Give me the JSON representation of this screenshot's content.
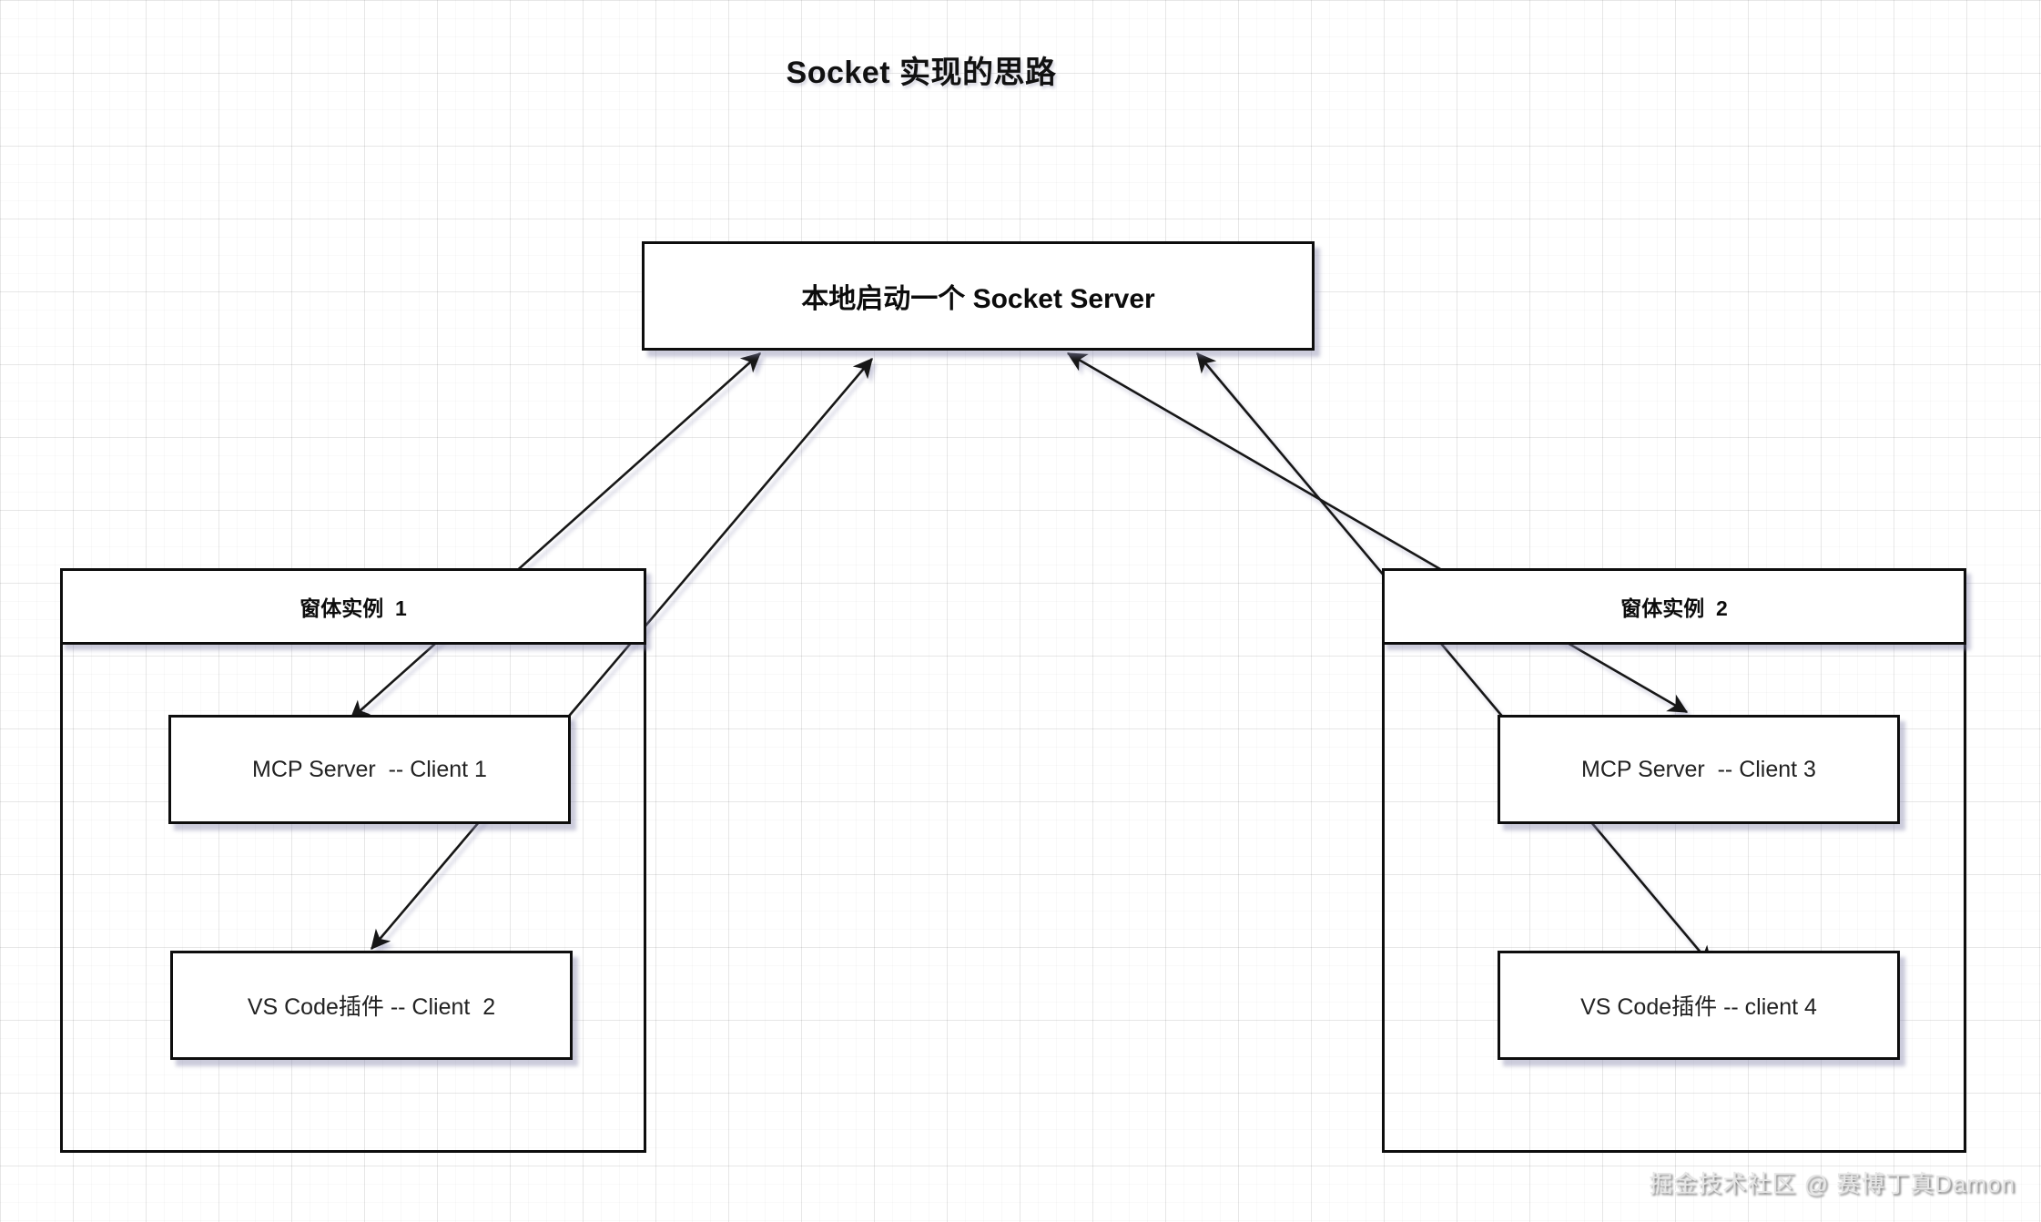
{
  "title": "Socket 实现的思路",
  "server": {
    "label": "本地启动一个 Socket Server"
  },
  "groups": [
    {
      "header": "窗体实例  1",
      "children": [
        {
          "label": "MCP Server  -- Client 1"
        },
        {
          "label": "VS Code插件 -- Client  2"
        }
      ]
    },
    {
      "header": "窗体实例  2",
      "children": [
        {
          "label": "MCP Server  -- Client 3"
        },
        {
          "label": "VS Code插件 -- client 4"
        }
      ]
    }
  ],
  "edges": [
    {
      "from": "MCP Server  -- Client 1",
      "to": "本地启动一个 Socket Server",
      "bidirectional": true
    },
    {
      "from": "VS Code插件 -- Client  2",
      "to": "本地启动一个 Socket Server",
      "bidirectional": true
    },
    {
      "from": "MCP Server  -- Client 3",
      "to": "本地启动一个 Socket Server",
      "bidirectional": true
    },
    {
      "from": "VS Code插件 -- client 4",
      "to": "本地启动一个 Socket Server",
      "bidirectional": true
    }
  ],
  "watermark": "掘金技术社区 @ 赛博丁真Damon",
  "colors": {
    "line": "#171717",
    "box_border": "#0d0d0d",
    "box_fill": "#ffffff",
    "shadow": "#8282aa",
    "watermark_text": "#bfbfbf"
  }
}
